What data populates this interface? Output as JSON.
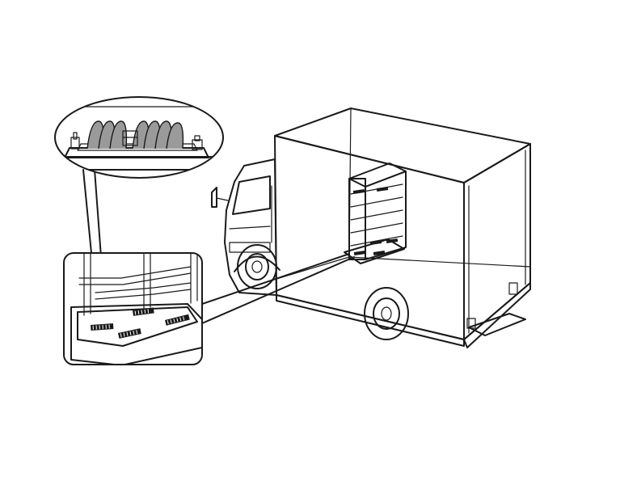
{
  "figure": {
    "background": "#ffffff",
    "line_color": "#1a1a1a",
    "body_gray": "#a6a6a6",
    "dark_gray": "#8a8a8a",
    "light_gray": "#c4c4c4",
    "spring_gray": "#9a9a9a",
    "components": [
      "truck-illustration",
      "cargo-box",
      "shelf-rack",
      "spring-dampers",
      "magnifier-callout",
      "spring-detail-callout"
    ]
  }
}
